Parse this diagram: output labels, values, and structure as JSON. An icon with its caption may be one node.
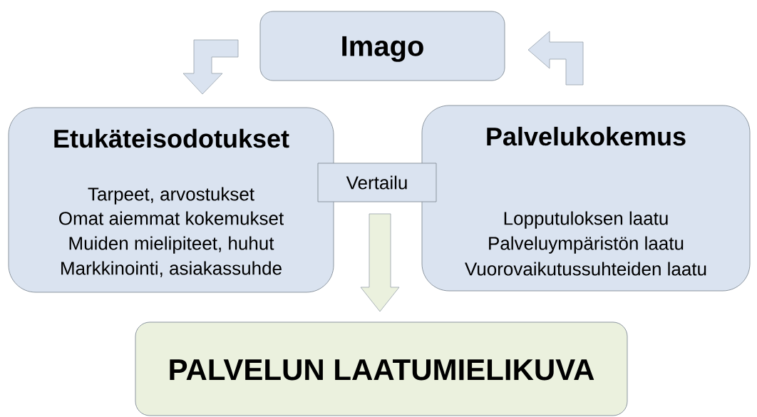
{
  "diagram": {
    "nodes": [
      {
        "text": [
          "Imago"
        ]
      },
      {
        "text": [
          "Etukäteisodotukset",
          "Tarpeet, arvostukset",
          "Omat aiemmat kokemukset",
          "Muiden mielipiteet, huhut",
          "Markkinointi, asiakassuhde"
        ]
      },
      {
        "text": [
          "Vertailu"
        ]
      },
      {
        "text": [
          "Palvelukokemus",
          "Lopputuloksen laatu",
          "Palveluympäristön laatu",
          "Vuorovaikutussuhteiden laatu"
        ]
      },
      {
        "text": [
          "PALVELUN LAATUMIELIKUVA"
        ]
      }
    ],
    "edges": [
      {
        "from": 0,
        "to": 1,
        "arrow": "to"
      },
      {
        "from": 3,
        "to": 0,
        "arrow": "to"
      },
      {
        "from": 2,
        "to": 4,
        "arrow": "to",
        "color": "#ebf1de"
      }
    ]
  }
}
